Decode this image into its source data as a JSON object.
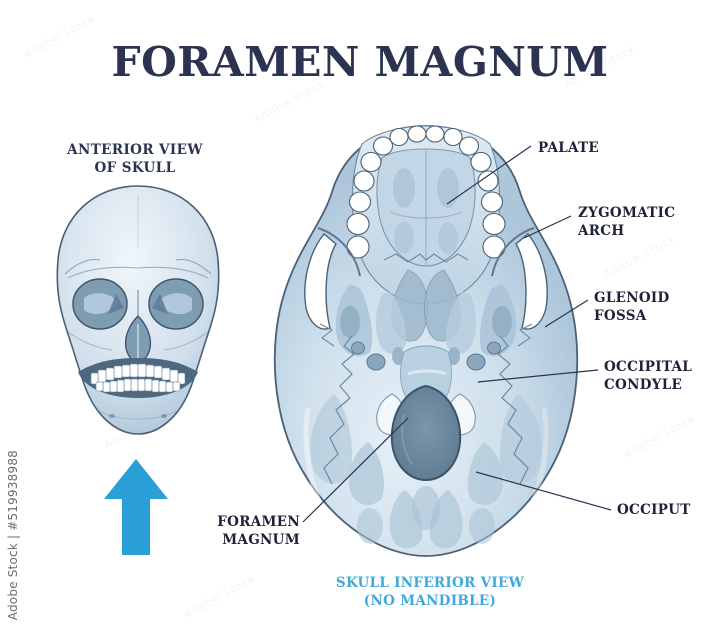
{
  "title": "FORAMEN MAGNUM",
  "anterior_view": {
    "label": "ANTERIOR VIEW\nOF SKULL",
    "arrow": "up-arrow",
    "arrow_color": "#2ba0d8"
  },
  "inferior_view": {
    "caption": "SKULL INFERIOR VIEW\n(NO MANDIBLE)",
    "caption_color": "#3fa9dd"
  },
  "callouts": [
    {
      "id": "palate",
      "label": "PALATE"
    },
    {
      "id": "zygomatic-arch",
      "label": "ZYGOMATIC\nARCH"
    },
    {
      "id": "glenoid-fossa",
      "label": "GLENOID\nFOSSA"
    },
    {
      "id": "occipital-condyle",
      "label": "OCCIPITAL\nCONDYLE"
    },
    {
      "id": "occiput",
      "label": "OCCIPUT"
    },
    {
      "id": "foramen-magnum",
      "label": "FORAMEN\nMAGNUM"
    }
  ],
  "watermark": {
    "text": "Adobe Stock | #519938988",
    "tile_text": "Adobe Stock"
  },
  "colors": {
    "title": "#2b3350",
    "callout_text": "#1e2238",
    "caption": "#3fa9dd",
    "arrow": "#2ba0d8",
    "bone_light": "#e2edf5",
    "bone_mid": "#c4d7e6",
    "bone_shade": "#a5bdd1",
    "bone_deep": "#8aa7bd",
    "outline": "#4a6076",
    "foramen": "#6d889e",
    "background": "#ffffff"
  }
}
